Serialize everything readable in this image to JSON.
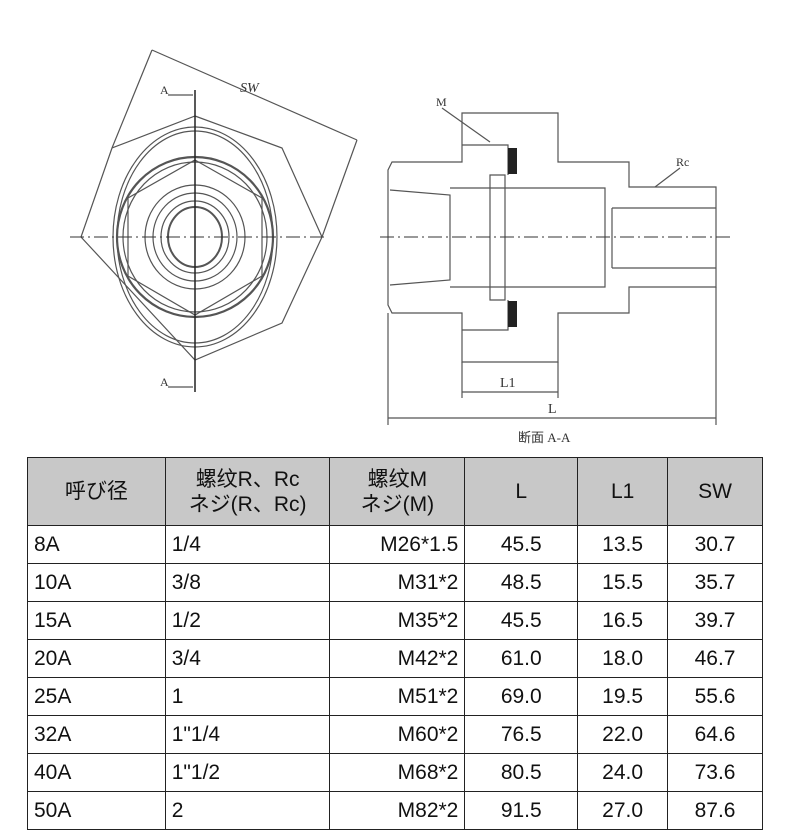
{
  "drawing": {
    "label_sw": "SW",
    "label_a_top": "A",
    "label_a_bottom": "A",
    "label_m": "M",
    "label_rc": "Rc",
    "label_l1": "L1",
    "label_l": "L",
    "section_label": "断面 A-A"
  },
  "table": {
    "headers": [
      [
        "呼び径",
        ""
      ],
      [
        "螺纹R、Rc",
        "ネジ(R、Rc)"
      ],
      [
        "螺纹M",
        "ネジ(M)"
      ],
      [
        "L",
        ""
      ],
      [
        "L1",
        ""
      ],
      [
        "SW",
        ""
      ]
    ],
    "rows": [
      [
        "8A",
        "1/4",
        "M26*1.5",
        "45.5",
        "13.5",
        "30.7"
      ],
      [
        "10A",
        "3/8",
        "M31*2",
        "48.5",
        "15.5",
        "35.7"
      ],
      [
        "15A",
        "1/2",
        "M35*2",
        "45.5",
        "16.5",
        "39.7"
      ],
      [
        "20A",
        "3/4",
        "M42*2",
        "61.0",
        "18.0",
        "46.7"
      ],
      [
        "25A",
        "1",
        "M51*2",
        "69.0",
        "19.5",
        "55.6"
      ],
      [
        "32A",
        "1\"1/4",
        "M60*2",
        "76.5",
        "22.0",
        "64.6"
      ],
      [
        "40A",
        "1\"1/2",
        "M68*2",
        "80.5",
        "24.0",
        "73.6"
      ],
      [
        "50A",
        "2",
        "M82*2",
        "91.5",
        "27.0",
        "87.6"
      ]
    ]
  }
}
